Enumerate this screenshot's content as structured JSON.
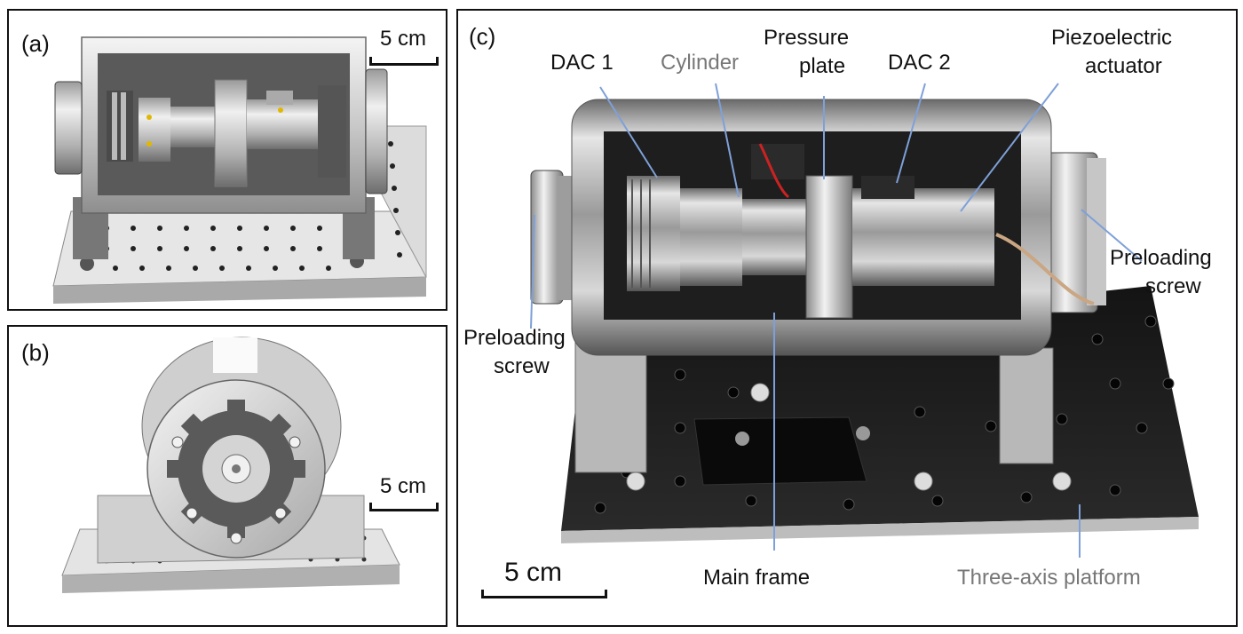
{
  "panels": {
    "a": {
      "label": "(a)",
      "scale": "5 cm"
    },
    "b": {
      "label": "(b)",
      "scale": "5 cm"
    },
    "c": {
      "label": "(c)",
      "scale": "5 cm",
      "annotations": {
        "dac1": "DAC 1",
        "cylinder": "Cylinder",
        "pressure_plate_1": "Pressure",
        "pressure_plate_2": "plate",
        "dac2": "DAC 2",
        "piezo_1": "Piezoelectric",
        "piezo_2": "actuator",
        "preload_left_1": "Preloading",
        "preload_left_2": "screw",
        "preload_right_1": "Preloading",
        "preload_right_2": "screw",
        "main_frame": "Main frame",
        "platform": "Three-axis platform"
      }
    }
  },
  "colors": {
    "leader_line": "#7ea0d8",
    "grey_label": "#777777"
  }
}
